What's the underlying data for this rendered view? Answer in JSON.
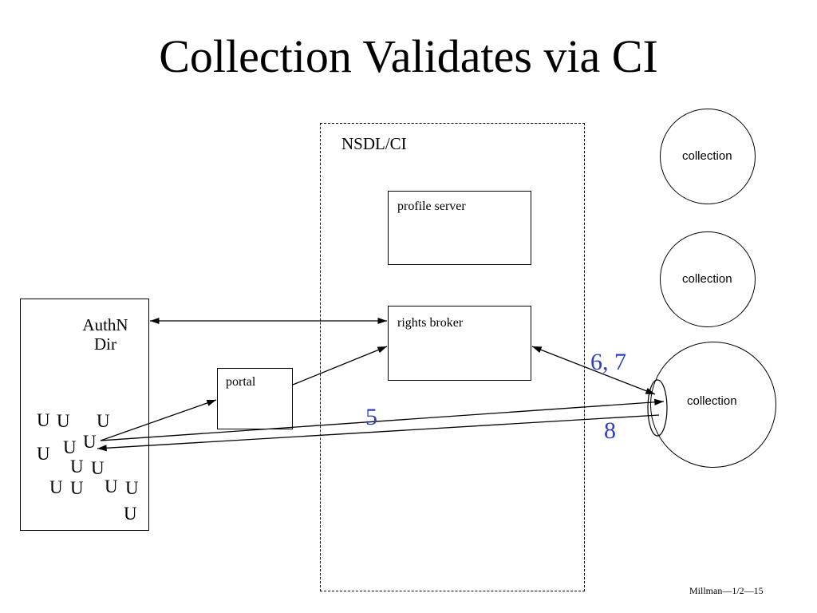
{
  "slide": {
    "title": "Collection Validates via CI",
    "footer": "Millman—1/2—15"
  },
  "diagram": {
    "nsdl_label": "NSDL/CI",
    "profile_server": "profile server",
    "rights_broker": "rights broker",
    "portal": "portal",
    "authn_line1": "AuthN",
    "authn_line2": "Dir",
    "collections": [
      "collection",
      "collection",
      "collection"
    ],
    "user_glyph": "U",
    "step_labels": {
      "s67": "6, 7",
      "s5": "5",
      "s8": "8"
    },
    "step_label_color": "#2b3fc0"
  }
}
